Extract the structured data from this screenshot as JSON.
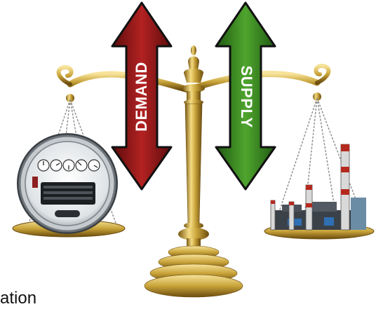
{
  "labels": {
    "demand": "DEMAND",
    "supply": "SUPPLY",
    "caption": "ation"
  },
  "icons": {
    "left_pan": "electric-meter-icon",
    "right_pan": "power-plant-icon",
    "center": "balance-scale-icon"
  },
  "colors": {
    "demand_arrow": "#8b1414",
    "supply_arrow": "#2e7d1e",
    "gold": "#c9a43a"
  }
}
